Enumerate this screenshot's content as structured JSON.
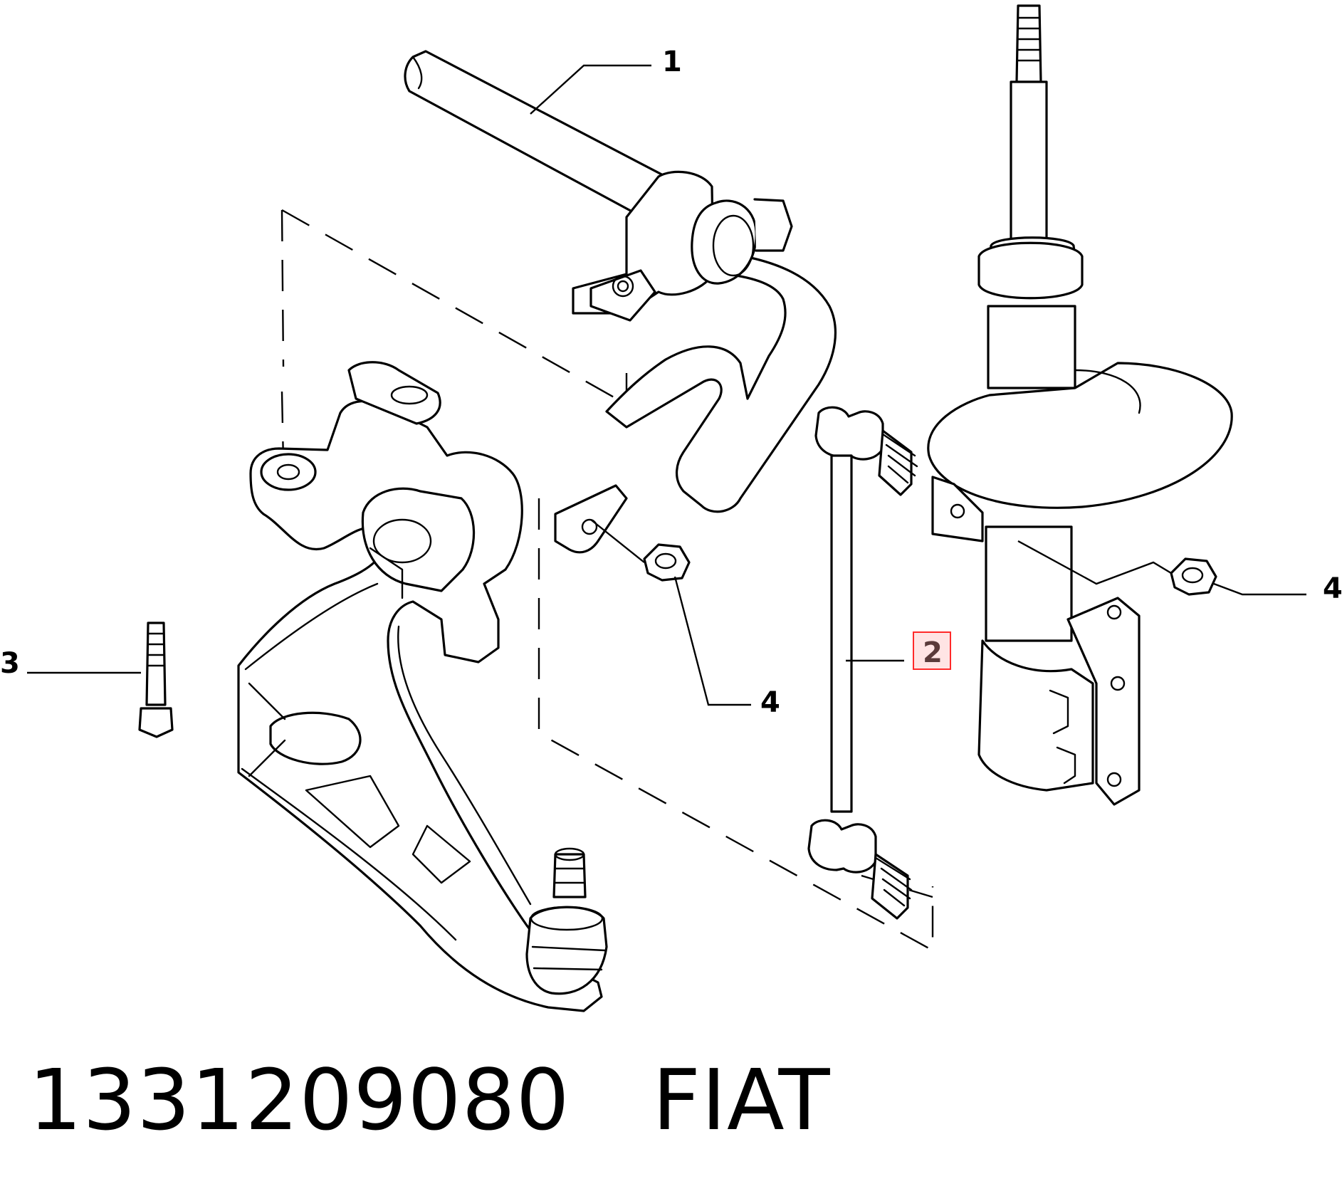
{
  "callouts": {
    "c1": "1",
    "c2": "2",
    "c3": "3",
    "c4_left": "4",
    "c4_right": "4"
  },
  "caption": {
    "part_number": "1331209080",
    "brand": "FIAT"
  },
  "colors": {
    "line": "#000000",
    "background": "#ffffff",
    "highlight_box_fill": "#ffe4e4",
    "highlight_box_stroke": "#ff2a2a",
    "highlight_text": "#5a3a3a"
  }
}
